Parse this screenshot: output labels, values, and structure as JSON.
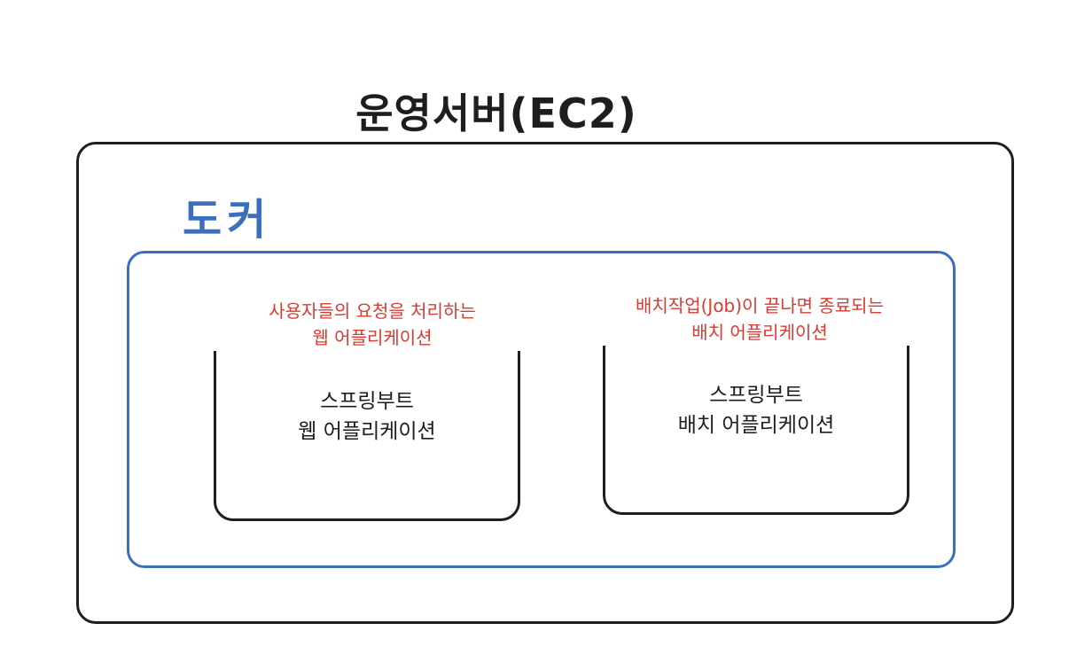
{
  "server": {
    "title": "운영서버(EC2)"
  },
  "docker": {
    "title": "도커"
  },
  "web_app": {
    "note_line1": "사용자들의 요청을 처리하는",
    "note_line2": "웹 어플리케이션",
    "label_line1": "스프링부트",
    "label_line2": "웹 어플리케이션"
  },
  "batch_app": {
    "note_line1": "배치작업(Job)이 끝나면 종료되는",
    "note_line2": "배치 어플리케이션",
    "label_line1": "스프링부트",
    "label_line2": "배치 어플리케이션"
  },
  "colors": {
    "stroke": "#1e1e1e",
    "docker": "#3a6fbf",
    "annotation": "#d93a32"
  }
}
